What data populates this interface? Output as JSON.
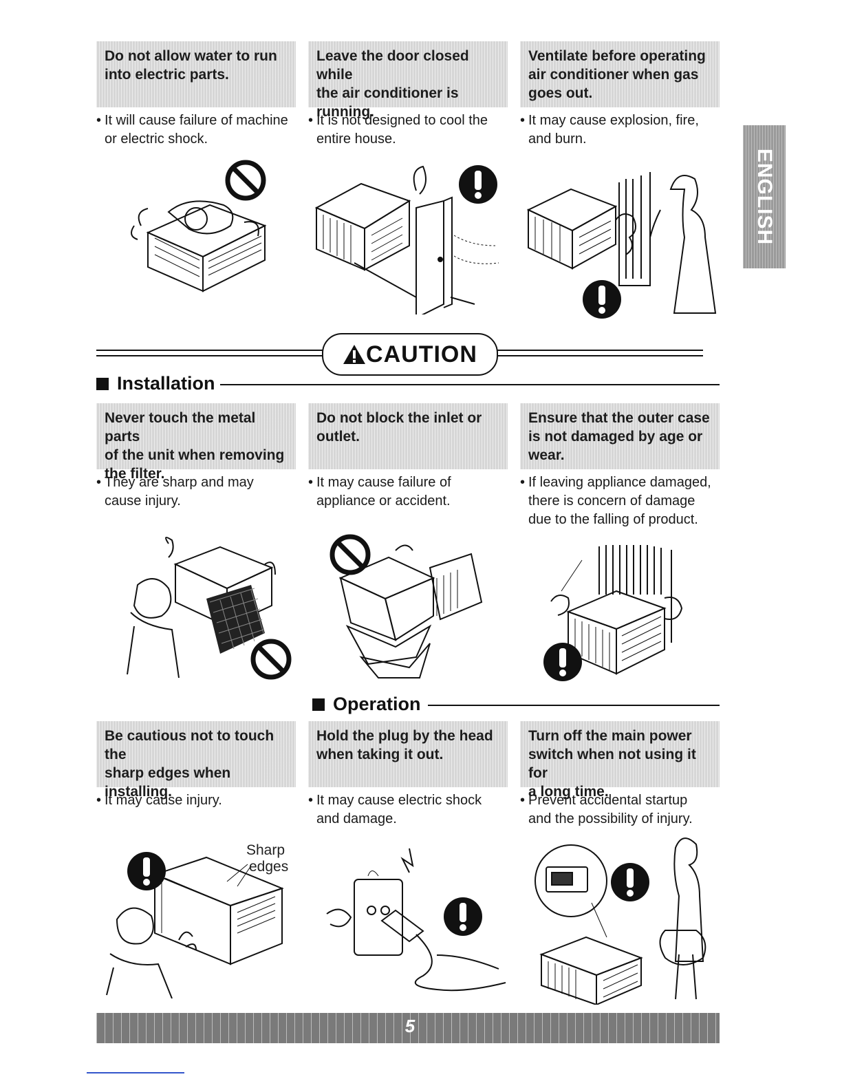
{
  "row1": [
    {
      "heading": [
        "Do not allow water to run",
        "into electric parts."
      ],
      "note": [
        "It will cause failure of machine",
        "or  electric shock."
      ]
    },
    {
      "heading": [
        "Leave the door closed while",
        "the air conditioner is",
        "running."
      ],
      "note": [
        "It is not designed to cool the",
        "entire house."
      ]
    },
    {
      "heading": [
        "Ventilate before operating",
        "air conditioner when gas",
        "goes out."
      ],
      "note": [
        "It may cause explosion, fire,",
        "and burn."
      ]
    }
  ],
  "caution": {
    "label": "CAUTION"
  },
  "installation": {
    "title": "Installation",
    "items": [
      {
        "heading": [
          "Never touch the metal parts",
          "of the unit when removing",
          "the filter."
        ],
        "note": [
          "They are sharp and may",
          "cause injury."
        ]
      },
      {
        "heading": [
          "Do not block the inlet or",
          "outlet."
        ],
        "note": [
          "It may cause failure of",
          "appliance or accident."
        ]
      },
      {
        "heading": [
          "Ensure that the outer case",
          "is not damaged by age or",
          "wear."
        ],
        "note": [
          "If leaving appliance damaged,",
          "there is concern of damage",
          "due to the falling of product."
        ]
      }
    ]
  },
  "operation": {
    "title": "Operation",
    "items": [
      {
        "heading": [
          "Be cautious not to touch the",
          "sharp edges when",
          "installing."
        ],
        "note": [
          "It may cause injury."
        ]
      },
      {
        "heading": [
          "Hold the plug by the head",
          "when taking it out."
        ],
        "note": [
          "It may cause electric shock",
          "and damage."
        ]
      },
      {
        "heading": [
          "Turn off the main power",
          "switch when not using it for",
          "a long time."
        ],
        "note": [
          "Prevent accidental startup",
          "and the possibility of injury."
        ]
      }
    ]
  },
  "sharp_edges_label": [
    "Sharp",
    "edges"
  ],
  "side_tab": "ENGLISH",
  "page_number": "5",
  "icons": {
    "prohibit": "prohibition-icon",
    "mandatory": "exclamation-icon",
    "warning": "warning-triangle-icon"
  }
}
